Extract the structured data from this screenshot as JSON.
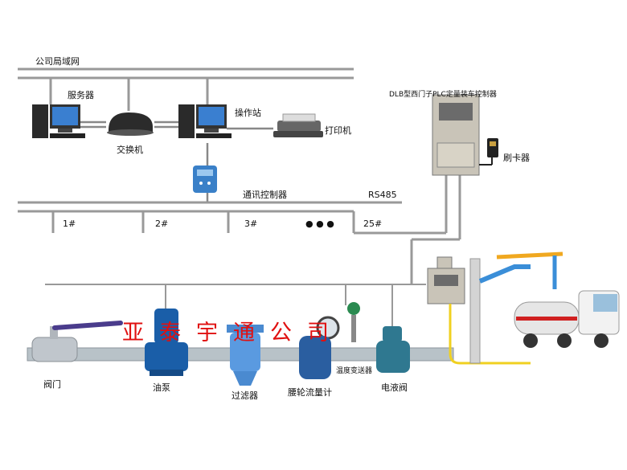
{
  "network": {
    "company_lan": "公司局域网",
    "server": "服务器",
    "switch": "交换机",
    "operator_station": "操作站",
    "printer": "打印机",
    "comm_controller": "通讯控制器",
    "rs485": "RS485",
    "stations": [
      "1#",
      "2#",
      "3#",
      "● ● ●",
      "25#"
    ]
  },
  "loading_system": {
    "plc_controller": "DLB型西门子PLC定量装车控制器",
    "card_reader": "刷卡器"
  },
  "pipeline": {
    "valve": "阀门",
    "oil_pump": "油泵",
    "filter": "过滤器",
    "flowmeter": "腰轮流量计",
    "temp_transmitter": "温度变送器",
    "electro_hydraulic_valve": "电液阀"
  },
  "watermark": "亚泰宇通公司",
  "colors": {
    "pipe": "#b8c2c8",
    "pump": "#1a5ea8",
    "signal_line": "#f0d020",
    "arm": "#3a8ed8",
    "watermark": "#e01010"
  }
}
